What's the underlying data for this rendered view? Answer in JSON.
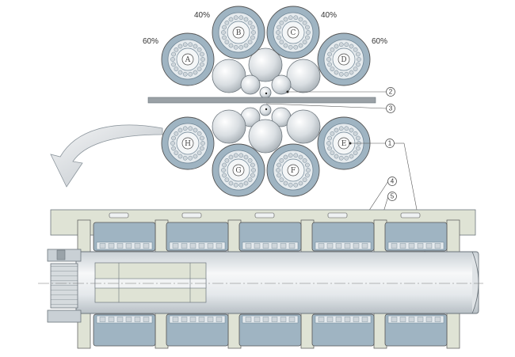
{
  "percent_labels": [
    {
      "id": "top-left",
      "text": "40%"
    },
    {
      "id": "top-right",
      "text": "40%"
    },
    {
      "id": "left",
      "text": "60%"
    },
    {
      "id": "right",
      "text": "60%"
    }
  ],
  "bearing_letters": [
    "A",
    "B",
    "C",
    "D",
    "E",
    "F",
    "G",
    "H"
  ],
  "callouts": [
    "1",
    "2",
    "3",
    "4",
    "5"
  ],
  "colors": {
    "bearing_outer": "#9fb4c2",
    "bearing_dark": "#6f8595",
    "roller_light": "#f2f4f5",
    "roller_mid": "#cfd5d9",
    "shaft": "#e9ecee",
    "housing": "#dfe3d5",
    "strip": "#9aa1a6",
    "outline": "#555555"
  },
  "icons": [
    "curved-arrow-icon"
  ]
}
